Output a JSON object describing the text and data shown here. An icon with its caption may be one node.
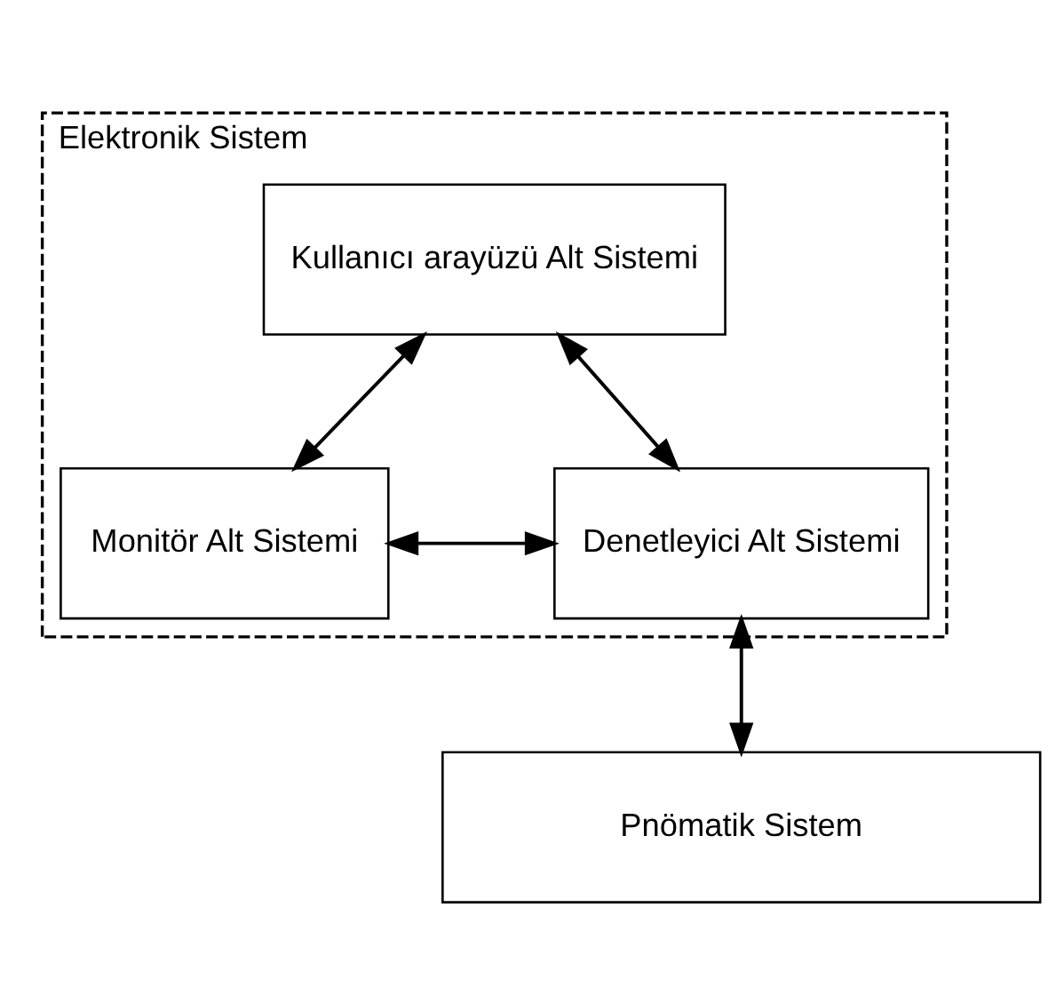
{
  "diagram": {
    "nodes": [
      {
        "text": [
          "Elektronik Sistem"
        ]
      },
      {
        "text": [
          "Kullanıcı arayüzü Alt Sistemi"
        ],
        "in": 0
      },
      {
        "text": [
          "Monitör Alt Sistemi"
        ],
        "in": 0
      },
      {
        "text": [
          "Denetleyici Alt Sistemi"
        ],
        "in": 0
      },
      {
        "text": [
          "Pnömatik Sistem"
        ]
      }
    ],
    "edges": [
      {
        "from": 1,
        "to": 2,
        "arrow": "both"
      },
      {
        "from": 2,
        "to": 3,
        "arrow": "both"
      },
      {
        "from": 1,
        "to": 3,
        "arrow": "both"
      },
      {
        "from": 3,
        "to": 4,
        "arrow": "both"
      }
    ]
  }
}
